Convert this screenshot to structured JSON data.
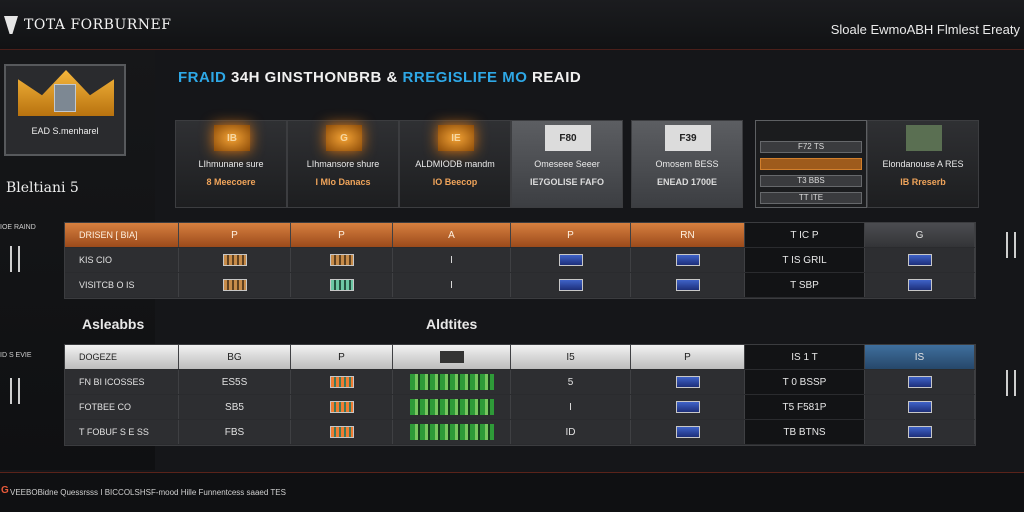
{
  "header": {
    "brand": "TOTA FORBURNEF",
    "right_text": "Sloale EwmoABH Flmlest Ereaty"
  },
  "left_panel": {
    "profile_label": "EAD S.menharel",
    "title": "Bleltiani 5"
  },
  "page_title": {
    "part1": "FRAID",
    "part2": "34H GINSTHONBRB &",
    "part3": "RREGISLIFE MO",
    "part4": "REAID"
  },
  "tiles": [
    {
      "badge": "IB",
      "caption": "LIhmunane sure",
      "sub": "8 Meecoere"
    },
    {
      "badge": "G",
      "caption": "LIhmansore shure",
      "sub": "I Mlo Danacs"
    },
    {
      "badge": "IE",
      "caption": "ALDMIODB mandm",
      "sub": "IO Beecop"
    },
    {
      "badge": "F80",
      "caption": "Omeseee Seeer",
      "sub": "IE7GOLISE FAFO"
    },
    {
      "badge": "F39",
      "caption": "Omosem BESS",
      "sub": "ENEAD 1700E"
    },
    {
      "mini": [
        "F72 TS",
        "",
        "T3 BBS",
        "TT ITE"
      ]
    },
    {
      "badge": "",
      "caption": "Elondanouse A RES",
      "sub": "IB Rreserb"
    }
  ],
  "sections": {
    "top_label": "Asleabbs",
    "mid_label": "Aldtites"
  },
  "table1": {
    "side_label": "IOE RAIND",
    "rows": [
      {
        "label": "DRISEN [ BIA]",
        "cells": [
          "P",
          "P",
          "A",
          "P",
          "RN",
          "T IC P",
          "G"
        ]
      },
      {
        "label": "KIS CIO",
        "cells": [
          "",
          "",
          "I",
          "",
          "",
          "T IS GRIL",
          ""
        ]
      },
      {
        "label": "VISITCB O IS",
        "cells": [
          "",
          "",
          "I",
          "",
          "",
          "T SBP",
          ""
        ]
      }
    ]
  },
  "table2": {
    "side_label": "ID S EVIE",
    "rows": [
      {
        "label": "DOGEZE",
        "cells": [
          "BG",
          "P",
          "",
          "I5",
          "P",
          "IS 1 T",
          "IS"
        ]
      },
      {
        "label": "FN BI ICOSSES",
        "cells": [
          "ES5S",
          "",
          "",
          "5",
          "",
          "T 0 BSSP",
          ""
        ]
      },
      {
        "label": "FOTBEE CO",
        "cells": [
          "SB5",
          "",
          "",
          "I",
          "",
          "T5 F581P",
          ""
        ]
      },
      {
        "label": "T FOBUF S E SS",
        "cells": [
          "FBS",
          "",
          "",
          "ID",
          "",
          "TB BTNS",
          ""
        ]
      }
    ]
  },
  "footer": {
    "mark": "G",
    "text": "VEEBOBidne Quessrsss I BICCOLSHSF-mood Hille Funnentcess saaed TES"
  }
}
